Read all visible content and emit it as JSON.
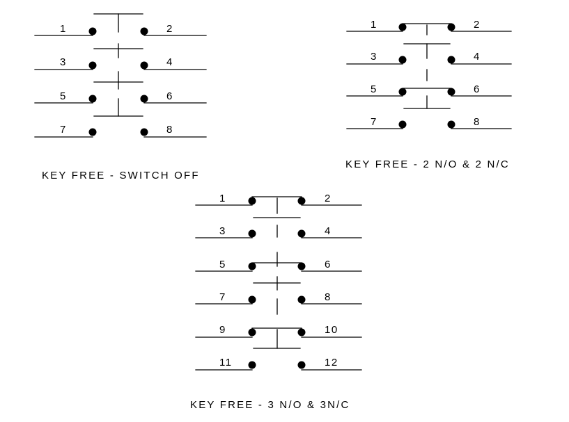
{
  "diagrams": [
    {
      "caption": "KEY FREE - SWITCH OFF",
      "terminals": [
        [
          "1",
          "2"
        ],
        [
          "3",
          "4"
        ],
        [
          "5",
          "6"
        ],
        [
          "7",
          "8"
        ]
      ]
    },
    {
      "caption": "KEY FREE - 2 N/O & 2 N/C",
      "terminals": [
        [
          "1",
          "2"
        ],
        [
          "3",
          "4"
        ],
        [
          "5",
          "6"
        ],
        [
          "7",
          "8"
        ]
      ]
    },
    {
      "caption": "KEY FREE - 3 N/O & 3N/C",
      "terminals": [
        [
          "1",
          "2"
        ],
        [
          "3",
          "4"
        ],
        [
          "5",
          "6"
        ],
        [
          "7",
          "8"
        ],
        [
          "9",
          "10"
        ],
        [
          "11",
          "12"
        ]
      ]
    }
  ]
}
